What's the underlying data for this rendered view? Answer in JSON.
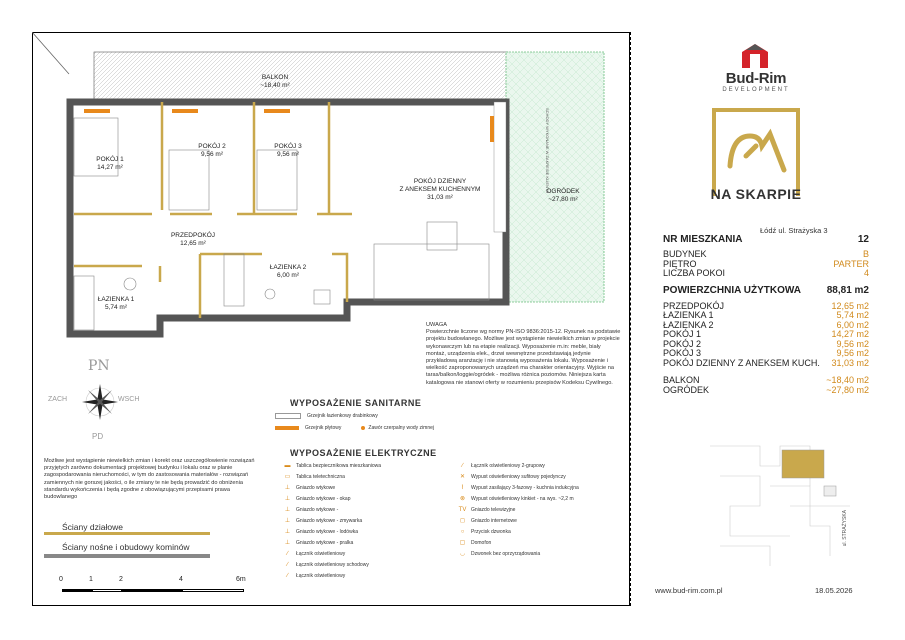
{
  "rooms": {
    "balkon": {
      "name": "BALKON",
      "area": "~18,40 m²"
    },
    "pokoj1": {
      "name": "POKÓJ 1",
      "area": "14,27 m²"
    },
    "pokoj2": {
      "name": "POKÓJ 2",
      "area": "9,56 m²"
    },
    "pokoj3": {
      "name": "POKÓJ 3",
      "area": "9,56 m²"
    },
    "dzienny": {
      "name1": "POKÓJ DZIENNY",
      "name2": "Z ANEKSEM KUCHENNYM",
      "area": "31,03 m²"
    },
    "ogrodek": {
      "name": "OGRÓDEK",
      "area": "~27,80 m²"
    },
    "przedpokoj": {
      "name": "PRZEDPOKÓJ",
      "area": "12,65 m²"
    },
    "lazienka2": {
      "name": "ŁAZIENKA 2",
      "area": "6,00 m²"
    },
    "lazienka1": {
      "name": "ŁAZIENKA 1",
      "area": "5,74 m²"
    },
    "schody": "SCHODY WYKONANE W ZAKRESIE KLIENTA"
  },
  "compass": {
    "n": "PN",
    "w": "ZACH",
    "e": "WSCH",
    "s": "PD"
  },
  "sanitary": {
    "title": "WYPOSAŻENIE SANITARNE",
    "items": [
      "Grzejnik łazienkowy drabinkowy",
      "Grzejnik płytowy",
      "Zawór czerpalny wody zimnej"
    ]
  },
  "disclaimer": "Możliwe jest wystąpienie niewielkich zmian i korekt oraz uszczegółowienie rozwiązań przyjętych zarówno dokumentacji projektowej budynku i lokalu oraz w planie zagospodarowania nieruchomości, w tym do zastosowania materiałów - rozwiązań zamiennych nie gorszej jakości, o ile zmiany te nie będą prowadzić do obniżenia standardu wykończenia i będą zgodne z obowiązującymi przepisami prawa budowlanego",
  "walls": {
    "partition": "Ściany działowe",
    "structural": "Ściany nośne i obudowy kominów"
  },
  "scale": [
    "0",
    "1",
    "2",
    "4",
    "6m"
  ],
  "electrical": {
    "title": "WYPOSAŻENIE ELEKTRYCZNE",
    "col1": [
      "Tablica bezpiecznikowa mieszkaniowa",
      "Tablica teletechniczna",
      "Gniazdo wtykowe",
      "Gniazdo wtykowe - okap",
      "Gniazdo wtykowe -",
      "Gniazdo wtykowe - zmywarka",
      "Gniazdo wtykowe - lodówka",
      "Gniazdo wtykowe - pralka",
      "Łącznik oświetleniowy",
      "Łącznik oświetleniowy schodowy",
      "Łącznik oświetleniowy"
    ],
    "col2": [
      "Łącznik oświetleniowy 2-grupowy",
      "Wypust oświetleniowy sufitowy pojedynczy",
      "Wypust zasilający 3-fazowy - kuchnia indukcyjna",
      "Wypust oświetleniowy kinkiet - na wys. ~2,2 m",
      "Gniazdo telewizyjne",
      "Gniazdo internetowe",
      "Przycisk dzwonka",
      "Domofon",
      "Dzwonek bez oprzyrządowania"
    ]
  },
  "notes": {
    "title": "UWAGA",
    "text": "Powierzchnie liczone wg normy PN-ISO 9836:2015-12. Rysunek na podstawie projektu budowlanego. Możliwe jest wystąpienie niewielkich zmian w projekcie wykonawczym lub na etapie realizacji. Wyposażenie m.in: meble, biały montaż, urządzenia elek., drzwi wewnętrzne przedstawiają jedynie przykładową aranżację i nie stanowią wyposażenia lokalu. Wyposażenie i wielkość zaproponowanych urządzeń ma charakter orientacyjny. Wyjście na taras/balkon/loggie/ogródek - możliwa różnica poziomów. Niniejsza karta katalogowa nie stanowi oferty w rozumieniu przepisów Kodeksu Cywilnego."
  },
  "brand": {
    "name": "Bud-Rim",
    "sub": "DEVELOPMENT",
    "project": "NA SKARPIE",
    "address": "Łódź ul. Strażyska 3",
    "website": "www.bud-rim.com.pl",
    "date": "18.05.2026",
    "accent": "#c9a84c",
    "red": "#d4232a"
  },
  "info": {
    "apt_label": "NR MIESZKANIA",
    "apt_value": "12",
    "rows": [
      {
        "label": "BUDYNEK",
        "value": "B"
      },
      {
        "label": "PIĘTRO",
        "value": "PARTER"
      },
      {
        "label": "LICZBA POKOI",
        "value": "4"
      }
    ],
    "area_label": "POWIERZCHNIA UŻYTKOWA",
    "area_value": "88,81 m2",
    "rooms": [
      {
        "label": "PRZEDPOKÓJ",
        "value": "12,65 m2"
      },
      {
        "label": "ŁAZIENKA 1",
        "value": "5,74 m2"
      },
      {
        "label": "ŁAZIENKA 2",
        "value": "6,00 m2"
      },
      {
        "label": "POKÓJ 1",
        "value": "14,27 m2"
      },
      {
        "label": "POKÓJ 2",
        "value": "9,56 m2"
      },
      {
        "label": "POKÓJ 3",
        "value": "9,56 m2"
      },
      {
        "label": "POKÓJ DZIENNY Z ANEKSEM  KUCH.",
        "value": "31,03 m2"
      }
    ],
    "outdoor": [
      {
        "label": "BALKON",
        "value": "~18,40 m2"
      },
      {
        "label": "OGRÓDEK",
        "value": "~27,80 m2"
      }
    ]
  },
  "keyplan": {
    "street": "ul. STRAŻYSKA"
  }
}
